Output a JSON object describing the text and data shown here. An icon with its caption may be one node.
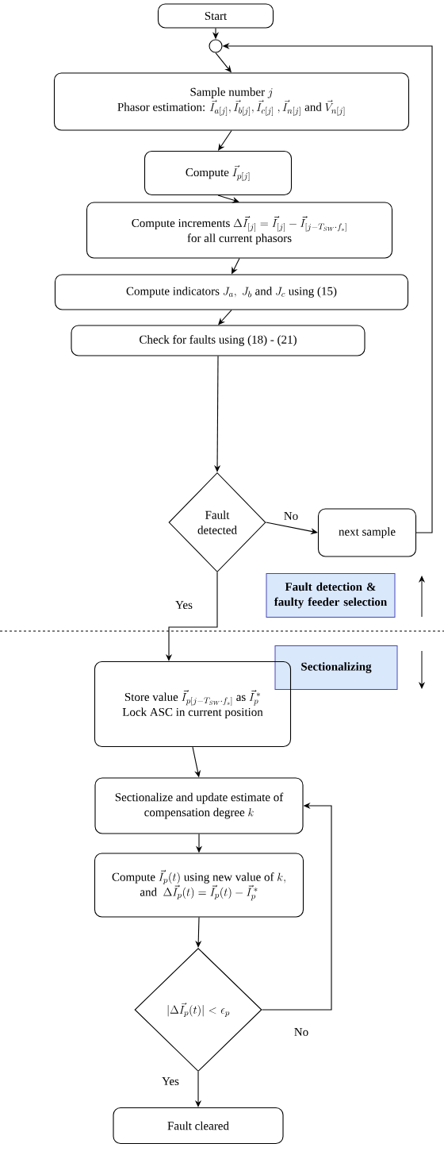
{
  "diagram": {
    "nodes": [
      {
        "text": [
          "Start"
        ]
      },
      {
        "text": [],
        "shape": "circle"
      },
      {
        "text": [
          "\\text{Sample number } j",
          "\\text{Phasor estimation: } \\vec{I}_{a[j]}, \\vec{I}_{b[j]}, \\vec{I}_{c[j]}\\ , \\vec{I}_{n[j]} \\text{ and } \\vec{V}_{n[j]}"
        ]
      },
      {
        "text": [
          "\\text{Compute } \\vec{I}_{p[j]}"
        ]
      },
      {
        "text": [
          "\\text{Compute increments } \\Delta\\vec{I}_{[j]} = \\vec{I}_{[j]} - \\vec{I}_{[j-T_{SW}\\cdot f_s]}",
          "for all current phasors"
        ]
      },
      {
        "text": [
          "\\text{Compute indicators } J_a,\\ J_b \\text{ and } J_c \\text{ using (15)}"
        ]
      },
      {
        "text": [
          "Check for faults  using (18) - (21)"
        ]
      },
      {
        "text": [
          "Fault detected"
        ]
      },
      {
        "text": [
          "next sample"
        ]
      },
      {
        "text": [
          "Fault detection & faulty feeder selection"
        ]
      },
      {
        "text": [
          "Sectionalizing"
        ]
      },
      {
        "text": [
          "\\text{Store value } \\vec{I}_{p[j-T_{SW}\\cdot f_s]} \\text{ as } \\vec{I}_p^{\\,*}",
          "Lock ASC in current position"
        ]
      },
      {
        "text": [
          "Sectionalize and update estimate of",
          "\\text{compensation degree } k"
        ]
      },
      {
        "text": [
          "\\text{Compute } \\vec{I}_p(t) \\text{ using new value of } k,",
          "\\text{and }\\ \\Delta\\vec{I}_p(t) = \\vec{I}_p(t) - \\vec{I}_p^{\\,*}"
        ]
      },
      {
        "text": [
          "|\\Delta\\vec{I}_p(t)| < \\epsilon_p"
        ]
      },
      {
        "text": [
          "Fault cleared"
        ]
      }
    ],
    "edges": [
      {
        "from": 0,
        "to": 1,
        "arrow": "to"
      },
      {
        "from": 1,
        "to": 2,
        "arrow": "to"
      },
      {
        "from": 2,
        "to": 3,
        "arrow": "to"
      },
      {
        "from": 3,
        "to": 4,
        "arrow": "to"
      },
      {
        "from": 4,
        "to": 5,
        "arrow": "to"
      },
      {
        "from": 5,
        "to": 6,
        "arrow": "to"
      },
      {
        "from": 6,
        "to": 7,
        "arrow": "to"
      },
      {
        "from": 7,
        "to": 8,
        "arrow": "to",
        "label": "No"
      },
      {
        "from": 8,
        "to": 1,
        "arrow": "to"
      },
      {
        "from": 7,
        "to": 11,
        "arrow": "to",
        "label": "Yes"
      },
      {
        "from": 11,
        "to": 12,
        "arrow": "to"
      },
      {
        "from": 12,
        "to": 13,
        "arrow": "to"
      },
      {
        "from": 13,
        "to": 14,
        "arrow": "to"
      },
      {
        "from": 14,
        "to": 12,
        "arrow": "to",
        "label": "No"
      },
      {
        "from": 14,
        "to": 15,
        "arrow": "to",
        "label": "Yes"
      }
    ]
  }
}
